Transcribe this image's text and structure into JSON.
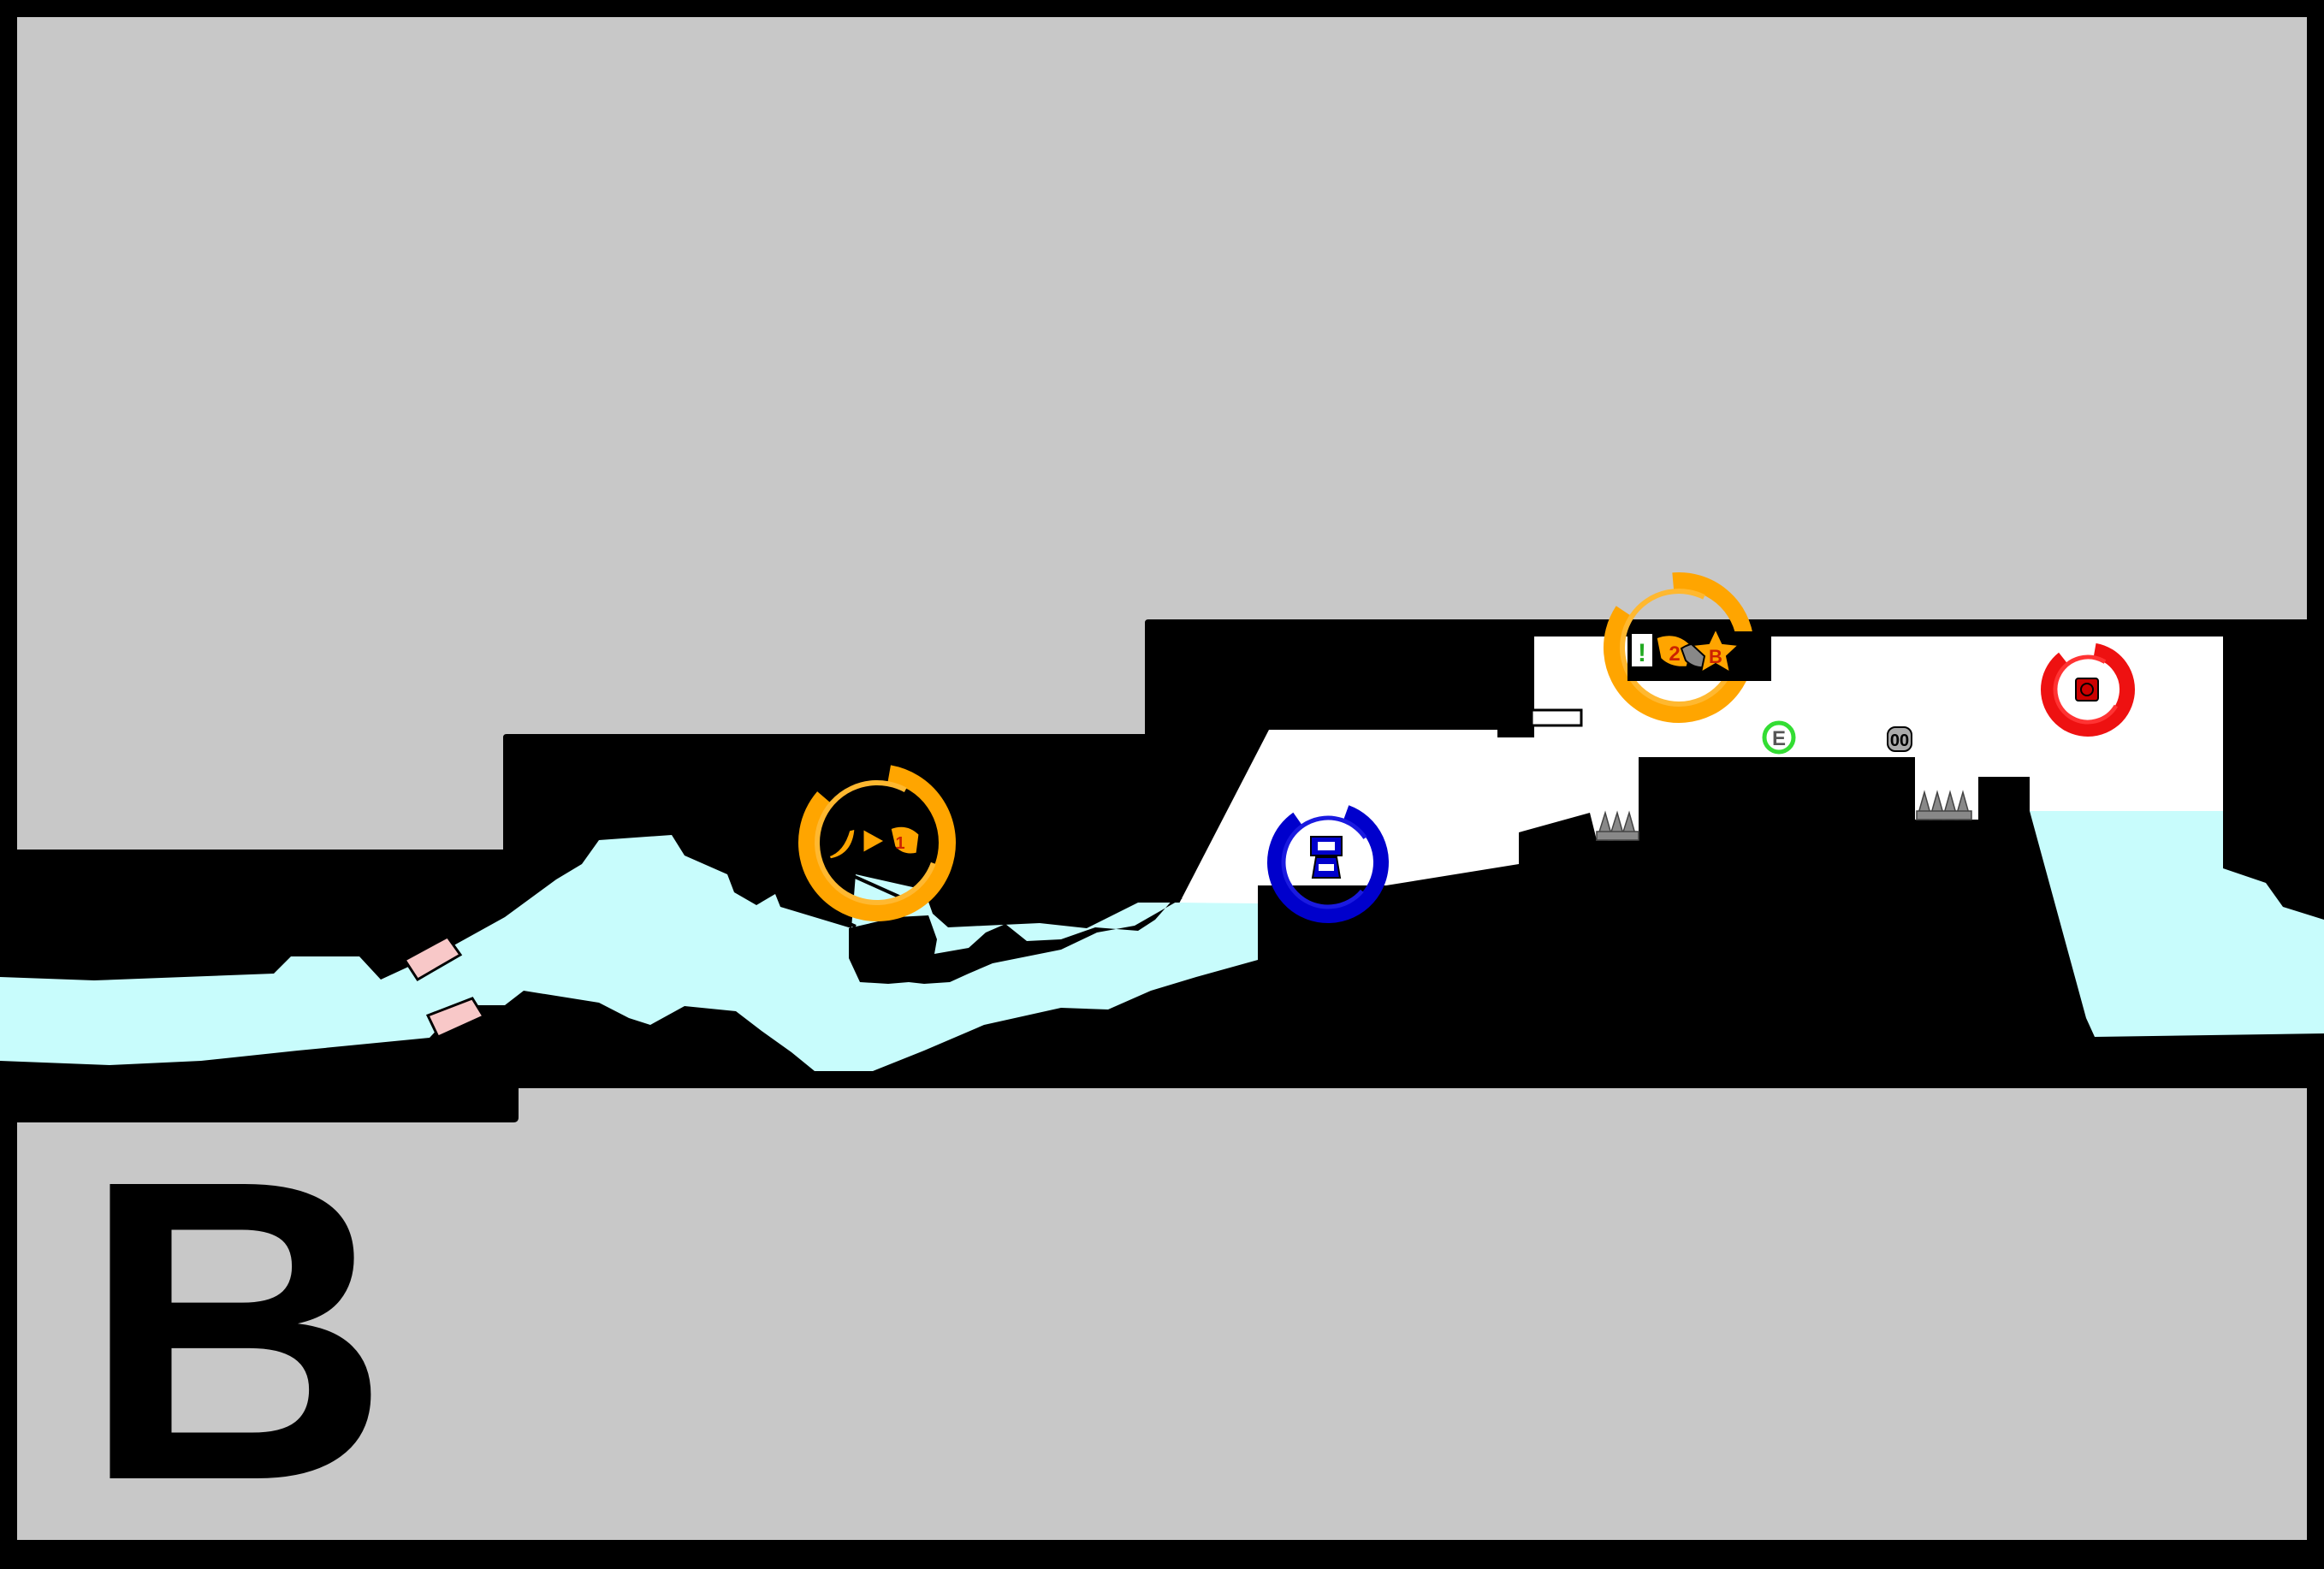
{
  "level": {
    "area_letter": "B"
  },
  "colors": {
    "frame": "#000000",
    "background": "#c8c8c8",
    "terrain": "#000000",
    "water": "#c8fcfc",
    "interior": "#ffffff",
    "orange_ring": "#ffa500",
    "blue_ring": "#0000cc",
    "red_ring": "#ee1111",
    "green_marker": "#33dd33",
    "spike": "#888888",
    "pink_platform": "#f8c8c8"
  },
  "markers": {
    "orange_left": {
      "icons": [
        "banana-icon",
        "arrow-right-icon",
        "wing-icon"
      ],
      "label": "1"
    },
    "blue": {
      "icons": [
        "flag-icon"
      ]
    },
    "orange_top": {
      "icons": [
        "exclamation-icon",
        "wing-icon",
        "star-icon"
      ],
      "labels": [
        "!",
        "2",
        "B"
      ]
    },
    "green": {
      "label": "E"
    },
    "grey": {
      "label": "00"
    },
    "red": {
      "icons": [
        "block-icon"
      ]
    }
  }
}
